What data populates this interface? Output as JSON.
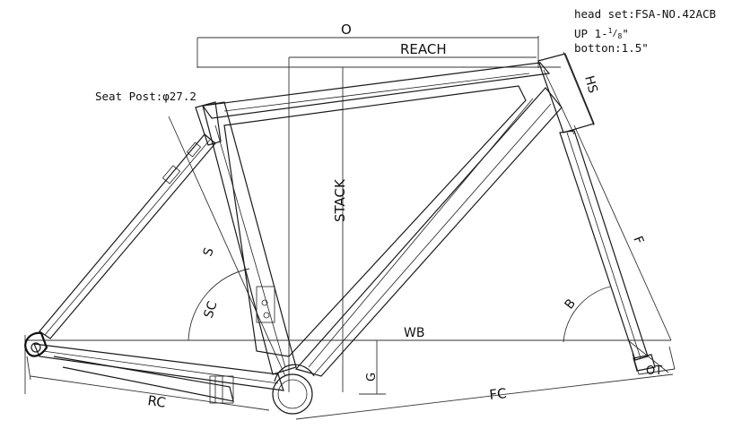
{
  "specs": {
    "head_set": "head set:FSA-NO.42ACB",
    "up": "UP 1-",
    "up_num": "1",
    "up_den": "8",
    "up_unit": "\"",
    "bottom": "botton:1.5\"",
    "seat_post": "Seat Post:φ27.2"
  },
  "dimensions": {
    "O": "O",
    "REACH": "REACH",
    "HS": "HS",
    "STACK": "STACK",
    "S": "S",
    "SC": "SC",
    "F": "F",
    "B": "B",
    "WB": "WB",
    "G": "G",
    "OT": "OT",
    "RC": "RC",
    "FC": "FC"
  }
}
